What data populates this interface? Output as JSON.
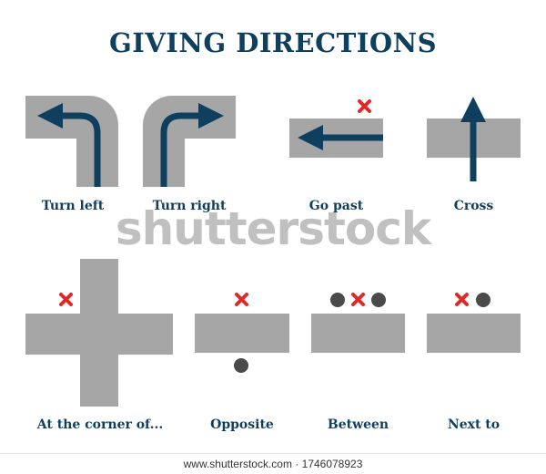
{
  "title": "GIVING DIRECTIONS",
  "labels": {
    "turn_left": "Turn left",
    "turn_right": "Turn right",
    "go_past": "Go past",
    "cross": "Cross",
    "at_corner": "At the corner of...",
    "opposite": "Opposite",
    "between": "Between",
    "next_to": "Next to"
  },
  "watermark": "shutterstock",
  "footer": "www.shutterstock.com · 1746078923",
  "colors": {
    "road": "#a6a6a6",
    "arrow": "#0f3f5e",
    "mark": "#e02828",
    "dot": "#4a4a4a",
    "text": "#0f3f5e"
  },
  "icons": [
    "road-segment",
    "direction-arrow",
    "red-x-marker",
    "dark-dot-marker"
  ]
}
